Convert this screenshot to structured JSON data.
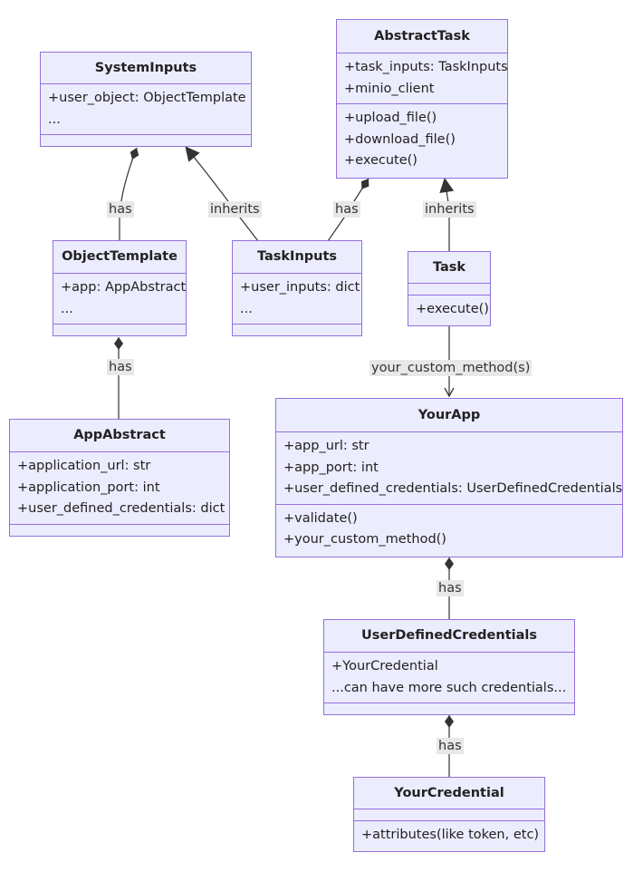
{
  "classes": {
    "system_inputs": {
      "name": "SystemInputs",
      "attributes": [
        "+user_object: ObjectTemplate",
        "..."
      ],
      "methods": []
    },
    "abstract_task": {
      "name": "AbstractTask",
      "attributes": [
        "+task_inputs: TaskInputs",
        "+minio_client"
      ],
      "methods": [
        "+upload_file()",
        "+download_file()",
        "+execute()"
      ]
    },
    "object_template": {
      "name": "ObjectTemplate",
      "attributes": [
        "+app: AppAbstract",
        "..."
      ],
      "methods": []
    },
    "task_inputs": {
      "name": "TaskInputs",
      "attributes": [
        "+user_inputs: dict",
        "..."
      ],
      "methods": []
    },
    "task": {
      "name": "Task",
      "attributes": [],
      "methods": [
        "+execute()"
      ]
    },
    "app_abstract": {
      "name": "AppAbstract",
      "attributes": [
        "+application_url: str",
        "+application_port: int",
        "+user_defined_credentials: dict"
      ],
      "methods": []
    },
    "your_app": {
      "name": "YourApp",
      "attributes": [
        "+app_url: str",
        "+app_port: int",
        "+user_defined_credentials: UserDefinedCredentials"
      ],
      "methods": [
        "+validate()",
        "+your_custom_method()"
      ]
    },
    "user_defined_credentials": {
      "name": "UserDefinedCredentials",
      "attributes": [
        "+YourCredential",
        "...can have more such credentials..."
      ],
      "methods": []
    },
    "your_credential": {
      "name": "YourCredential",
      "attributes": [],
      "methods": [
        "+attributes(like token, etc)"
      ]
    }
  },
  "relations": {
    "system_inputs_has_object_template": "has",
    "task_inputs_inherits_system_inputs": "inherits",
    "abstract_task_has_task_inputs": "has",
    "task_inherits_abstract_task": "inherits",
    "object_template_has_app_abstract": "has",
    "task_to_your_app": "your_custom_method(s)",
    "your_app_has_user_defined_credentials": "has",
    "user_defined_credentials_has_your_credential": "has"
  },
  "colors": {
    "node_fill": "#ECECFF",
    "node_border": "#9370DB",
    "edge": "#333333",
    "label_bg": "#e8e8e8"
  }
}
